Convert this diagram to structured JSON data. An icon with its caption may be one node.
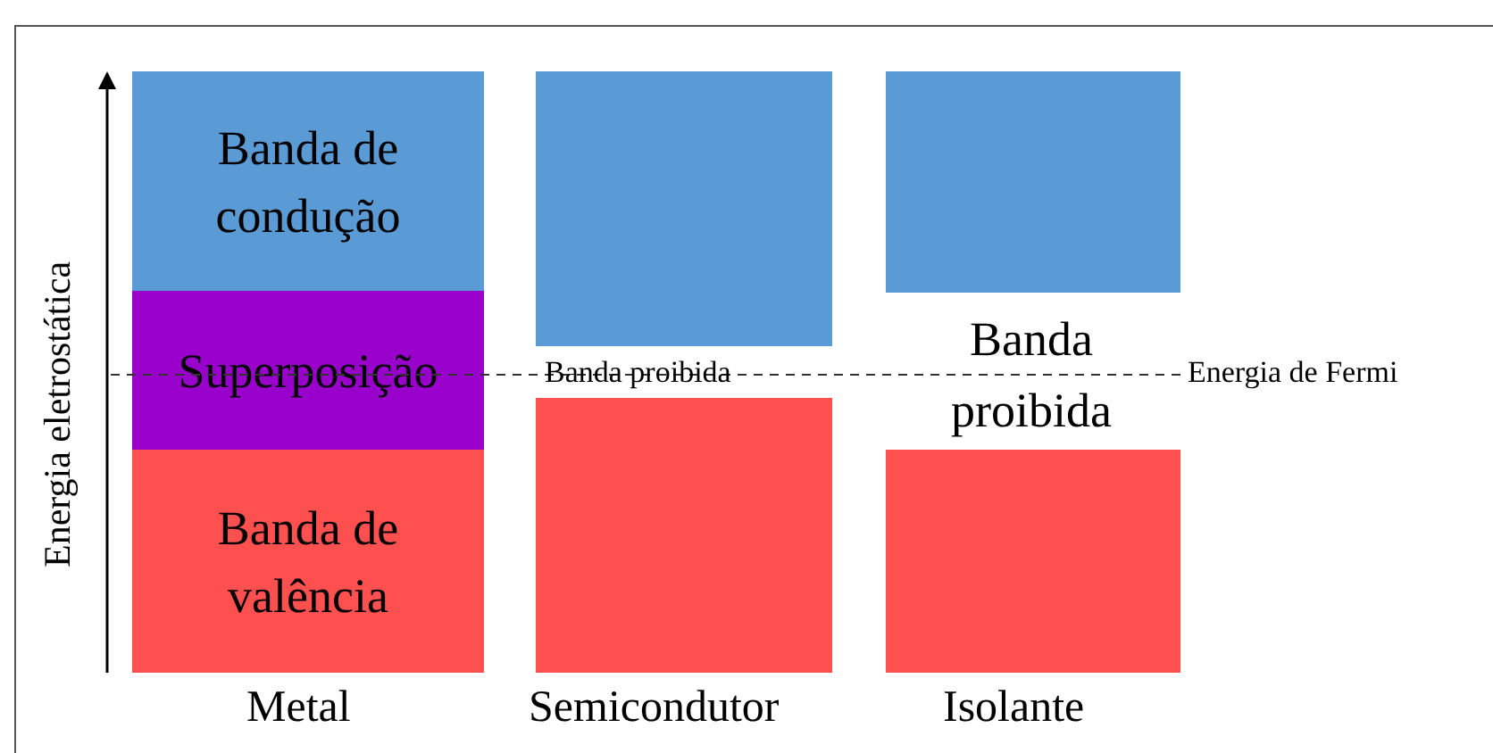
{
  "diagram": {
    "nodes": [
      {
        "text": [
          "Banda de condução"
        ]
      },
      {
        "text": [
          "Superposição"
        ]
      },
      {
        "text": [
          "Banda de valência"
        ]
      },
      {
        "text": [],
        "shape": "box"
      },
      {
        "text": [],
        "shape": "box"
      },
      {
        "text": [],
        "shape": "box"
      },
      {
        "text": [],
        "shape": "box"
      }
    ],
    "labels": [
      "Energia eletrostática",
      "Banda proibida",
      "Banda proibida",
      "Energia de Fermi",
      "Metal",
      "Semicondutor",
      "Isolante"
    ]
  }
}
